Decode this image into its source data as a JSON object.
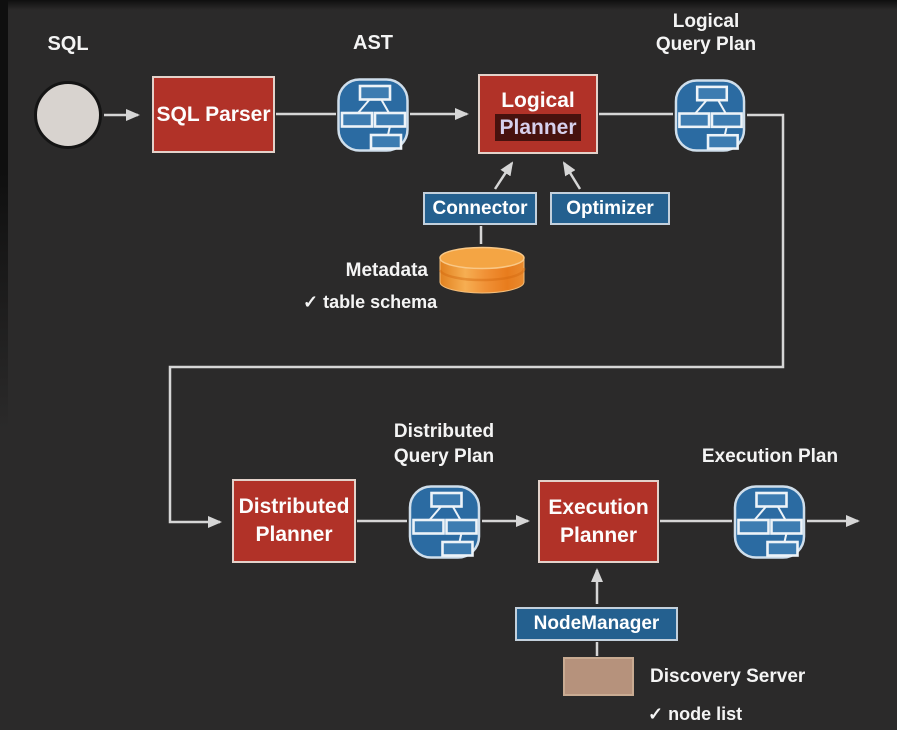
{
  "colors": {
    "background": "#2b2a2a",
    "process_box_red": "#b13228",
    "panel_blue": "#24608f",
    "icon_blue": "#2b6ba2",
    "metadata_orange": "#f09035",
    "discovery_tan": "#b6927c",
    "wire_gray": "#d6d6d6",
    "planner_highlight": "#47120e"
  },
  "nodes": {
    "sql": {
      "label": "SQL"
    },
    "sql_parser": {
      "label": "SQL Parser"
    },
    "ast": {
      "label": "AST"
    },
    "logical_planner": {
      "line1": "Logical",
      "line2": "Planner"
    },
    "logical_query_plan": {
      "line1": "Logical",
      "line2": "Query Plan"
    },
    "connector": {
      "label": "Connector"
    },
    "optimizer": {
      "label": "Optimizer"
    },
    "metadata": {
      "label": "Metadata",
      "note": "✓ table schema"
    },
    "distributed_query_plan": {
      "line1": "Distributed",
      "line2": "Query Plan"
    },
    "distributed_planner": {
      "line1": "Distributed",
      "line2": "Planner"
    },
    "execution_planner": {
      "line1": "Execution",
      "line2": "Planner"
    },
    "execution_plan": {
      "label": "Execution Plan"
    },
    "node_manager": {
      "label": "NodeManager"
    },
    "discovery_server": {
      "label": "Discovery Server",
      "note": "✓ node list"
    }
  }
}
